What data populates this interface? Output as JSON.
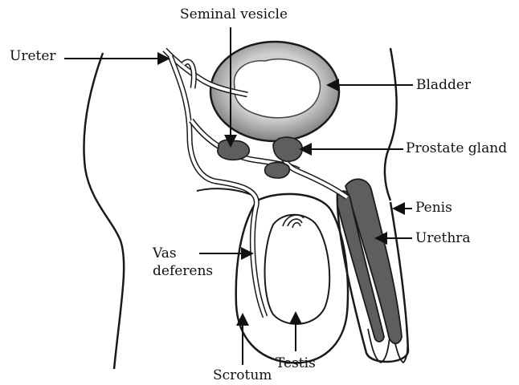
{
  "labels": {
    "seminal_vesicle": "Seminal vesicle",
    "ureter": "Ureter",
    "bladder": "Bladder",
    "prostate_gland": "Prostate gland",
    "penis": "Penis",
    "urethra": "Urethra",
    "vas_deferens_line1": "Vas",
    "vas_deferens_line2": "deferens",
    "testis": "Testis",
    "scrotum": "Scrotum"
  },
  "colors": {
    "outline": "#1a1a1a",
    "bladder_fill": "#8a8a8a",
    "bladder_inner": "#ffffff",
    "organ_dark": "#5e5e5e",
    "duct_fill": "#ffffff",
    "background": "#ffffff"
  }
}
